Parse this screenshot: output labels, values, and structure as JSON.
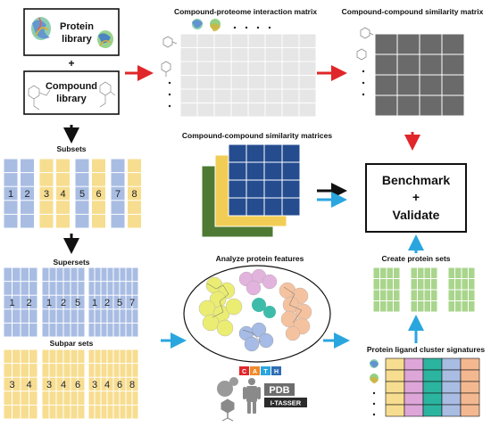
{
  "inputs": {
    "protein_library": [
      "Protein",
      "library"
    ],
    "plus": "+",
    "compound_library": [
      "Compound",
      "library"
    ]
  },
  "titles": {
    "interaction_matrix": "Compound-proteome interaction matrix",
    "similarity_matrix": "Compound-compound similarity matrix",
    "similarity_matrices": "Compound-compound similarity matrices",
    "subsets": "Subsets",
    "supersets": "Supersets",
    "subpar_sets": "Subpar sets",
    "analyze_features": "Analyze protein features",
    "create_sets": "Create protein sets",
    "ligand_signatures": "Protein ligand cluster signatures"
  },
  "benchmark": {
    "line1": "Benchmark",
    "line2": "+",
    "line3": "Validate"
  },
  "subsets": [
    {
      "label": "1",
      "color": "blue"
    },
    {
      "label": "2",
      "color": "blue"
    },
    {
      "label": "3",
      "color": "yellow"
    },
    {
      "label": "4",
      "color": "yellow"
    },
    {
      "label": "5",
      "color": "blue"
    },
    {
      "label": "6",
      "color": "yellow"
    },
    {
      "label": "7",
      "color": "blue"
    },
    {
      "label": "8",
      "color": "yellow"
    }
  ],
  "supersets": [
    {
      "labels": [
        "1",
        "2"
      ]
    },
    {
      "labels": [
        "1",
        "2",
        "5"
      ]
    },
    {
      "labels": [
        "1",
        "2",
        "5",
        "7"
      ]
    }
  ],
  "subpar_sets": [
    {
      "labels": [
        "3",
        "4"
      ]
    },
    {
      "labels": [
        "3",
        "4",
        "6"
      ]
    },
    {
      "labels": [
        "3",
        "4",
        "6",
        "8"
      ]
    }
  ],
  "ellipsis": "·",
  "tools": {
    "cath": [
      "C",
      "A",
      "T",
      "H"
    ],
    "pdb": "PDB",
    "itasser": "I-TASSER"
  },
  "colors": {
    "blue_set": "#a9bde3",
    "yellow_set": "#f7dd8f",
    "green_set": "#a9d58c",
    "matrix_light": "#e6e6e6",
    "matrix_dark": "#6a6a6a",
    "red_arrow": "#e0262a",
    "cyan_arrow": "#2aa6df",
    "stack_green": "#4e7a33",
    "stack_yellow": "#f2cd55",
    "stack_blue": "#254c8f"
  }
}
